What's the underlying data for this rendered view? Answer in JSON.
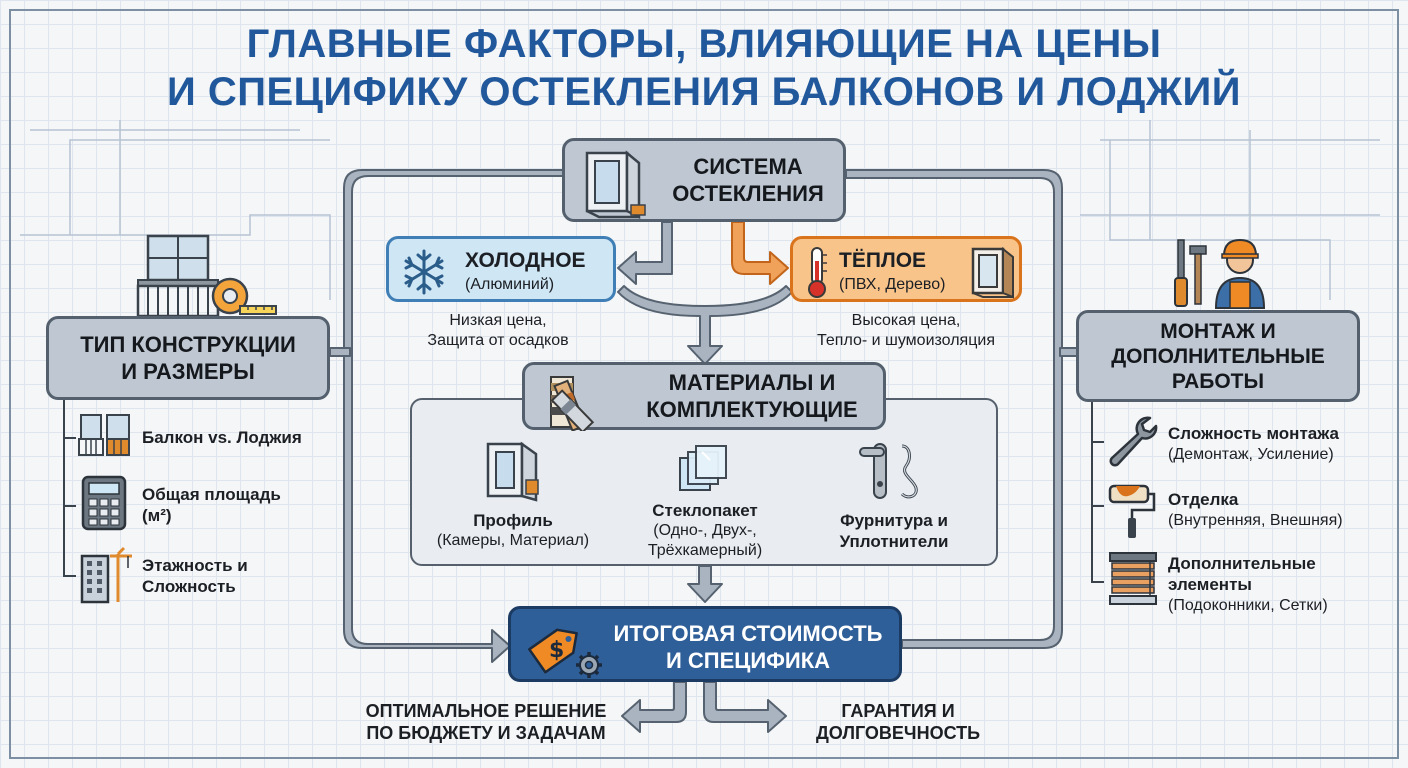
{
  "title": {
    "line1": "ГЛАВНЫЕ ФАКТОРЫ, ВЛИЯЮЩИЕ НА ЦЕНЫ",
    "line2": "И СПЕЦИФИКУ ОСТЕКЛЕНИЯ БАЛКОНОВ И ЛОДЖИЙ"
  },
  "glazing": {
    "title_l1": "СИСТЕМА",
    "title_l2": "ОСТЕКЛЕНИЯ",
    "cold": {
      "title": "ХОЛОДНОЕ",
      "sub": "(Алюминий)",
      "desc_l1": "Низкая цена,",
      "desc_l2": "Защита от осадков"
    },
    "warm": {
      "title": "ТЁПЛОЕ",
      "sub": "(ПВХ, Дерево)",
      "desc_l1": "Высокая цена,",
      "desc_l2": "Тепло- и шумоизоляция"
    }
  },
  "materials": {
    "title_l1": "МАТЕРИАЛЫ И",
    "title_l2": "КОМПЛЕКТУЮЩИЕ",
    "items": [
      {
        "title": "Профиль",
        "sub_l1": "(Камеры, Материал)",
        "sub_l2": ""
      },
      {
        "title": "Стеклопакет",
        "sub_l1": "(Одно-, Двух-,",
        "sub_l2": "Трёхкамерный)"
      },
      {
        "title": "Фурнитура и",
        "sub_l1": "Уплотнители",
        "sub_l2": ""
      }
    ]
  },
  "construction": {
    "title_l1": "ТИП КОНСТРУКЦИИ",
    "title_l2": "И РАЗМЕРЫ",
    "items": [
      {
        "l1": "Балкон vs. Лоджия",
        "l2": ""
      },
      {
        "l1": "Общая площадь",
        "l2": "(м²)"
      },
      {
        "l1": "Этажность и",
        "l2": "Сложность"
      }
    ]
  },
  "installation": {
    "title_l1": "МОНТАЖ И",
    "title_l2": "ДОПОЛНИТЕЛЬНЫЕ",
    "title_l3": "РАБОТЫ",
    "items": [
      {
        "l1": "Сложность монтажа",
        "l2": "(Демонтаж, Усиление)",
        "l3": ""
      },
      {
        "l1": "Отделка",
        "l2": "(Внутренняя, Внешняя)",
        "l3": ""
      },
      {
        "l1": "Дополнительные",
        "l2": "элементы",
        "l3": "(Подоконники, Сетки)"
      }
    ]
  },
  "final": {
    "title_l1": "ИТОГОВАЯ СТОИМОСТЬ",
    "title_l2": "И СПЕЦИФИКА",
    "currency_symbol": "$"
  },
  "outcomes": [
    {
      "l1": "ОПТИМАЛЬНОЕ РЕШЕНИЕ",
      "l2": "ПО БЮДЖЕТУ И ЗАДАЧАМ"
    },
    {
      "l1": "ГАРАНТИЯ И",
      "l2": "ДОЛГОВЕЧНОСТЬ"
    }
  ],
  "colors": {
    "title": "#21589c",
    "connector_fill": "#a9b4c0",
    "connector_stroke": "#56626f",
    "warm_connector_fill": "#f0a25a",
    "warm_connector_stroke": "#c2651a"
  }
}
